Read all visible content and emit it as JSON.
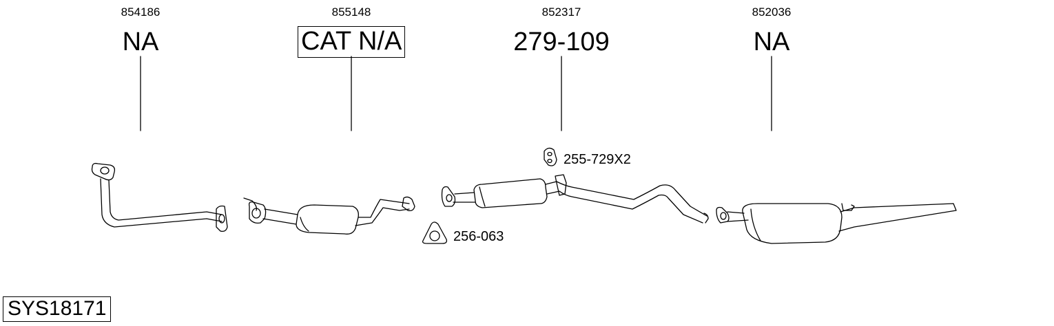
{
  "parts": [
    {
      "code": "854186",
      "label": "NA",
      "boxed": false
    },
    {
      "code": "855148",
      "label": "CAT N/A",
      "boxed": true
    },
    {
      "code": "852317",
      "label": "279-109",
      "boxed": false
    },
    {
      "code": "852036",
      "label": "NA",
      "boxed": false
    }
  ],
  "accessories": [
    {
      "label": "255-729X2",
      "icon": "rubber-hanger-icon"
    },
    {
      "label": "256-063",
      "icon": "gasket-icon"
    }
  ],
  "system_code": "SYS18171"
}
